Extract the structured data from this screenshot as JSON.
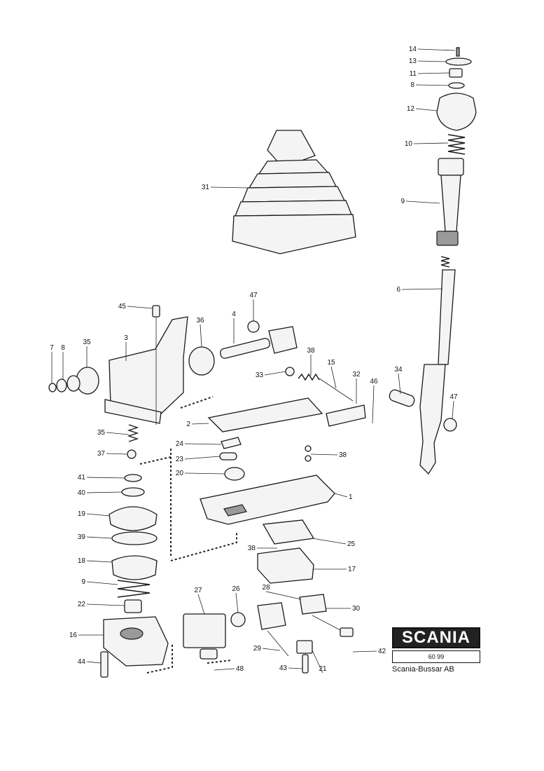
{
  "brand": {
    "logo": "SCANIA",
    "drawing_number": "60 99",
    "company": "Scania-Bussar AB"
  },
  "callouts": [
    {
      "label": "14"
    },
    {
      "label": "13"
    },
    {
      "label": "11"
    },
    {
      "label": "8"
    },
    {
      "label": "12"
    },
    {
      "label": "10"
    },
    {
      "label": "9"
    },
    {
      "label": "6"
    },
    {
      "label": "31"
    },
    {
      "label": "47"
    },
    {
      "label": "45"
    },
    {
      "label": "36"
    },
    {
      "label": "4"
    },
    {
      "label": "3"
    },
    {
      "label": "7"
    },
    {
      "label": "8"
    },
    {
      "label": "35"
    },
    {
      "label": "38"
    },
    {
      "label": "15"
    },
    {
      "label": "33"
    },
    {
      "label": "32"
    },
    {
      "label": "46"
    },
    {
      "label": "34"
    },
    {
      "label": "47"
    },
    {
      "label": "2"
    },
    {
      "label": "35"
    },
    {
      "label": "37"
    },
    {
      "label": "24"
    },
    {
      "label": "23"
    },
    {
      "label": "38"
    },
    {
      "label": "20"
    },
    {
      "label": "1"
    },
    {
      "label": "41"
    },
    {
      "label": "40"
    },
    {
      "label": "19"
    },
    {
      "label": "39"
    },
    {
      "label": "38"
    },
    {
      "label": "25"
    },
    {
      "label": "18"
    },
    {
      "label": "17"
    },
    {
      "label": "9"
    },
    {
      "label": "28"
    },
    {
      "label": "27"
    },
    {
      "label": "26"
    },
    {
      "label": "30"
    },
    {
      "label": "22"
    },
    {
      "label": "16"
    },
    {
      "label": "29"
    },
    {
      "label": "42"
    },
    {
      "label": "21"
    },
    {
      "label": "44"
    },
    {
      "label": "48"
    },
    {
      "label": "43"
    }
  ]
}
